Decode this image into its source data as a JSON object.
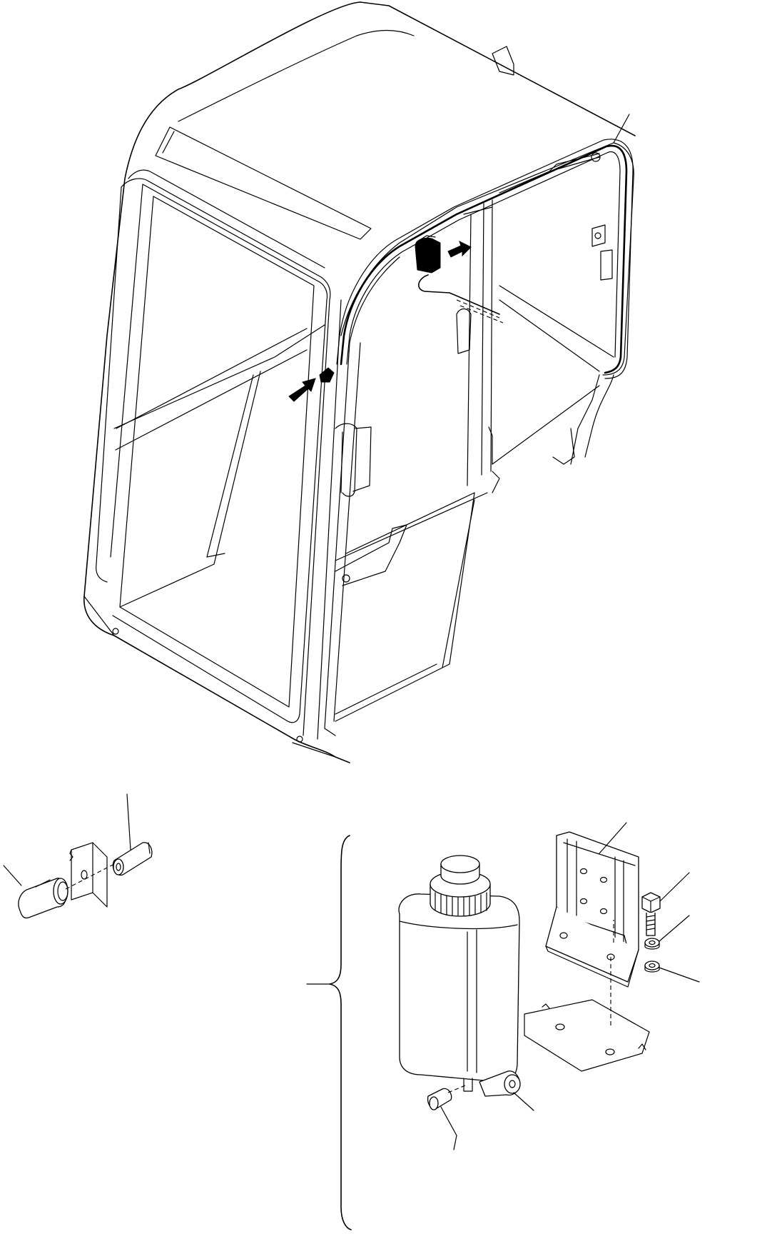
{
  "drawing": {
    "views": [
      "cab-frame-with-washer-hose",
      "nozzle-and-joint-detail",
      "washer-tank-and-bracket-detail"
    ],
    "colors": {
      "line": "#000000",
      "background": "#ffffff"
    }
  }
}
